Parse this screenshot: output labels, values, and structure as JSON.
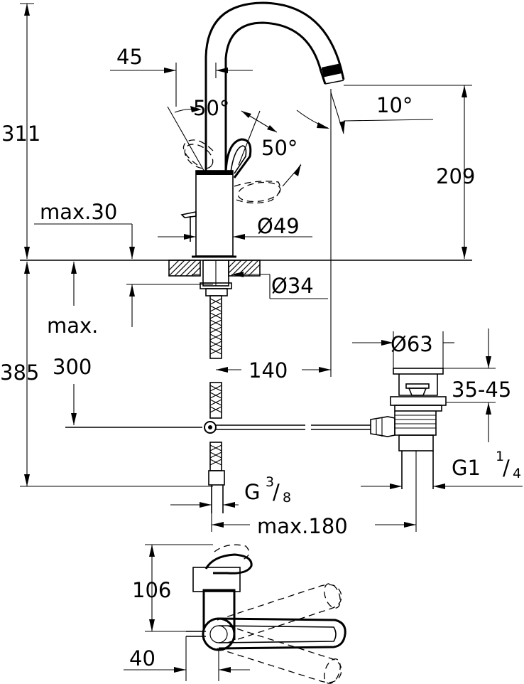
{
  "dimensions": {
    "total_height_above_deck": "311",
    "lever_offset": "45",
    "lever_angle_left": "50°",
    "lever_angle_right": "50°",
    "spout_tilt_angle": "10°",
    "spout_outlet_height": "209",
    "max_deck_thickness": "max.30",
    "body_diameter": "Ø49",
    "mounting_hole_diameter": "Ø34",
    "max_label": "max.",
    "connection_depth": "300",
    "total_depth_below_deck": "385",
    "spout_reach": "140",
    "waste_flange_diameter": "Ø63",
    "waste_range": "35-45",
    "waste_thread": "G1",
    "waste_thread_fraction_num": "1",
    "waste_thread_fraction_den": "4",
    "supply_thread": "G",
    "supply_thread_fraction_num": "3",
    "supply_thread_fraction_den": "8",
    "max_waste_offset": "max.180",
    "plan_view_depth": "106",
    "plan_view_lever_offset": "40"
  }
}
